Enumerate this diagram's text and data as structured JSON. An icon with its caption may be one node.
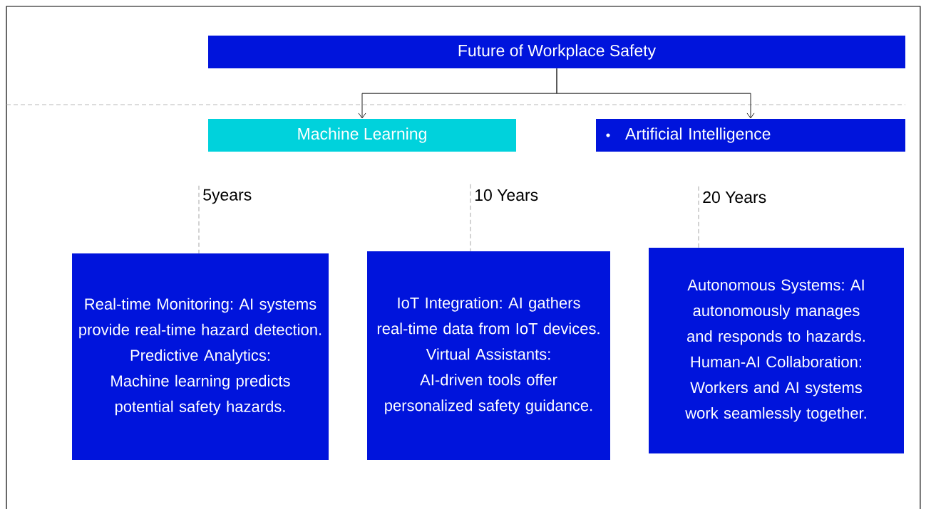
{
  "diagram": {
    "nodes": [
      {
        "text": [
          "Future of Workplace Safety"
        ]
      },
      {
        "text": [
          "Machine Learning"
        ]
      },
      {
        "text": [
          "Artificial Intelligence"
        ]
      },
      {
        "text": [
          "5years"
        ]
      },
      {
        "text": [
          "10 Years"
        ]
      },
      {
        "text": [
          "20 Years"
        ]
      },
      {
        "text": [
          "Real-time Monitoring: AI systems provide real-time hazard detection.",
          "Predictive Analytics: Machine learning predicts potential safety hazards."
        ]
      },
      {
        "text": [
          "IoT Integration: AI gathers real-time data from IoT devices.",
          "Virtual Assistants: AI-driven tools offer personalized safety guidance."
        ]
      },
      {
        "text": [
          "Autonomous Systems: AI autonomously manages and responds to hazards.",
          "Human-AI Collaboration: Workers and AI systems work seamlessly together."
        ]
      }
    ],
    "edges": [
      {
        "from": 0,
        "to": 1,
        "arrow": "to",
        "color": "#222222"
      },
      {
        "from": 0,
        "to": 2,
        "arrow": "to",
        "color": "#222222"
      },
      {
        "from": 3,
        "to": 6,
        "arrow": "none",
        "style": "dashed",
        "color": "#a6a6a6"
      },
      {
        "from": 4,
        "to": 7,
        "arrow": "none",
        "style": "dashed",
        "color": "#a6a6a6"
      },
      {
        "from": 5,
        "to": 8,
        "arrow": "none",
        "style": "dashed",
        "color": "#a6a6a6"
      }
    ]
  }
}
